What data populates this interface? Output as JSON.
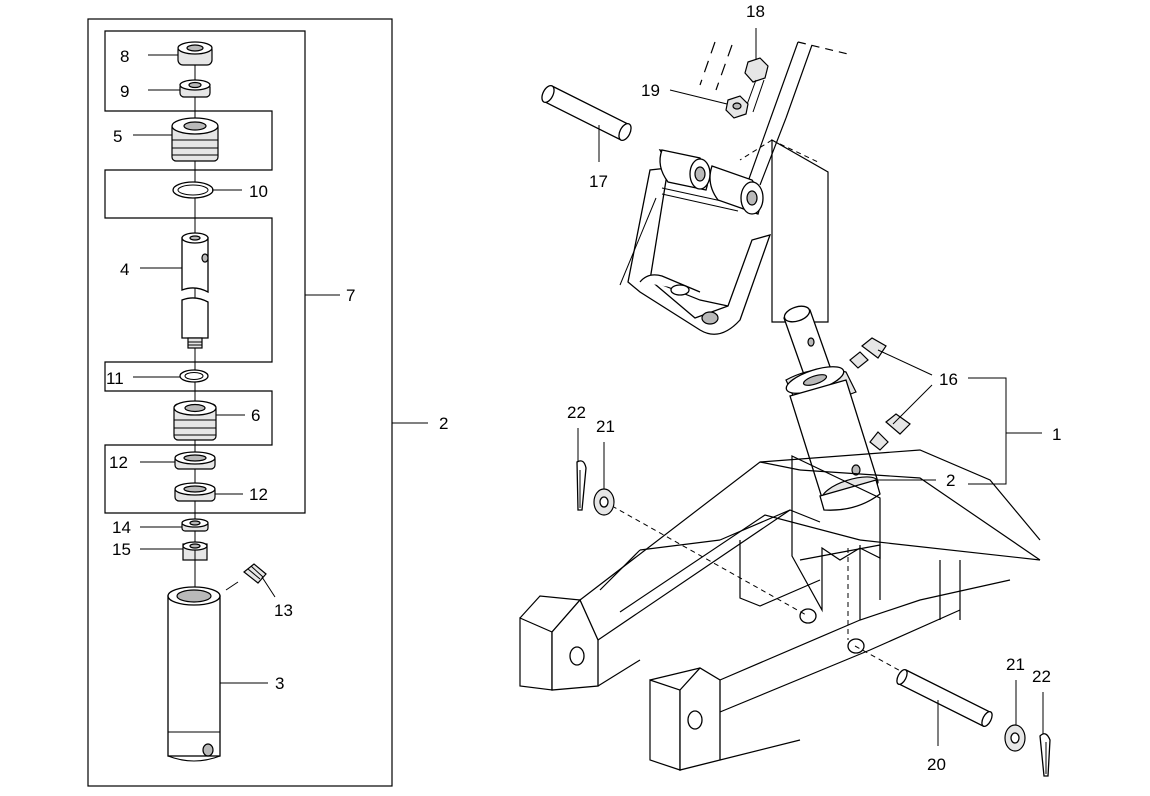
{
  "callouts": {
    "c8": "8",
    "c9": "9",
    "c5": "5",
    "c10": "10",
    "c4": "4",
    "c7": "7",
    "c11": "11",
    "c6": "6",
    "c12a": "12",
    "c12b": "12",
    "c2a": "2",
    "c14": "14",
    "c15": "15",
    "c13": "13",
    "c3": "3",
    "c18": "18",
    "c19": "19",
    "c17": "17",
    "c16": "16",
    "c1": "1",
    "c2b": "2",
    "c22a": "22",
    "c21a": "21",
    "c21b": "21",
    "c22b": "22",
    "c20": "20"
  }
}
